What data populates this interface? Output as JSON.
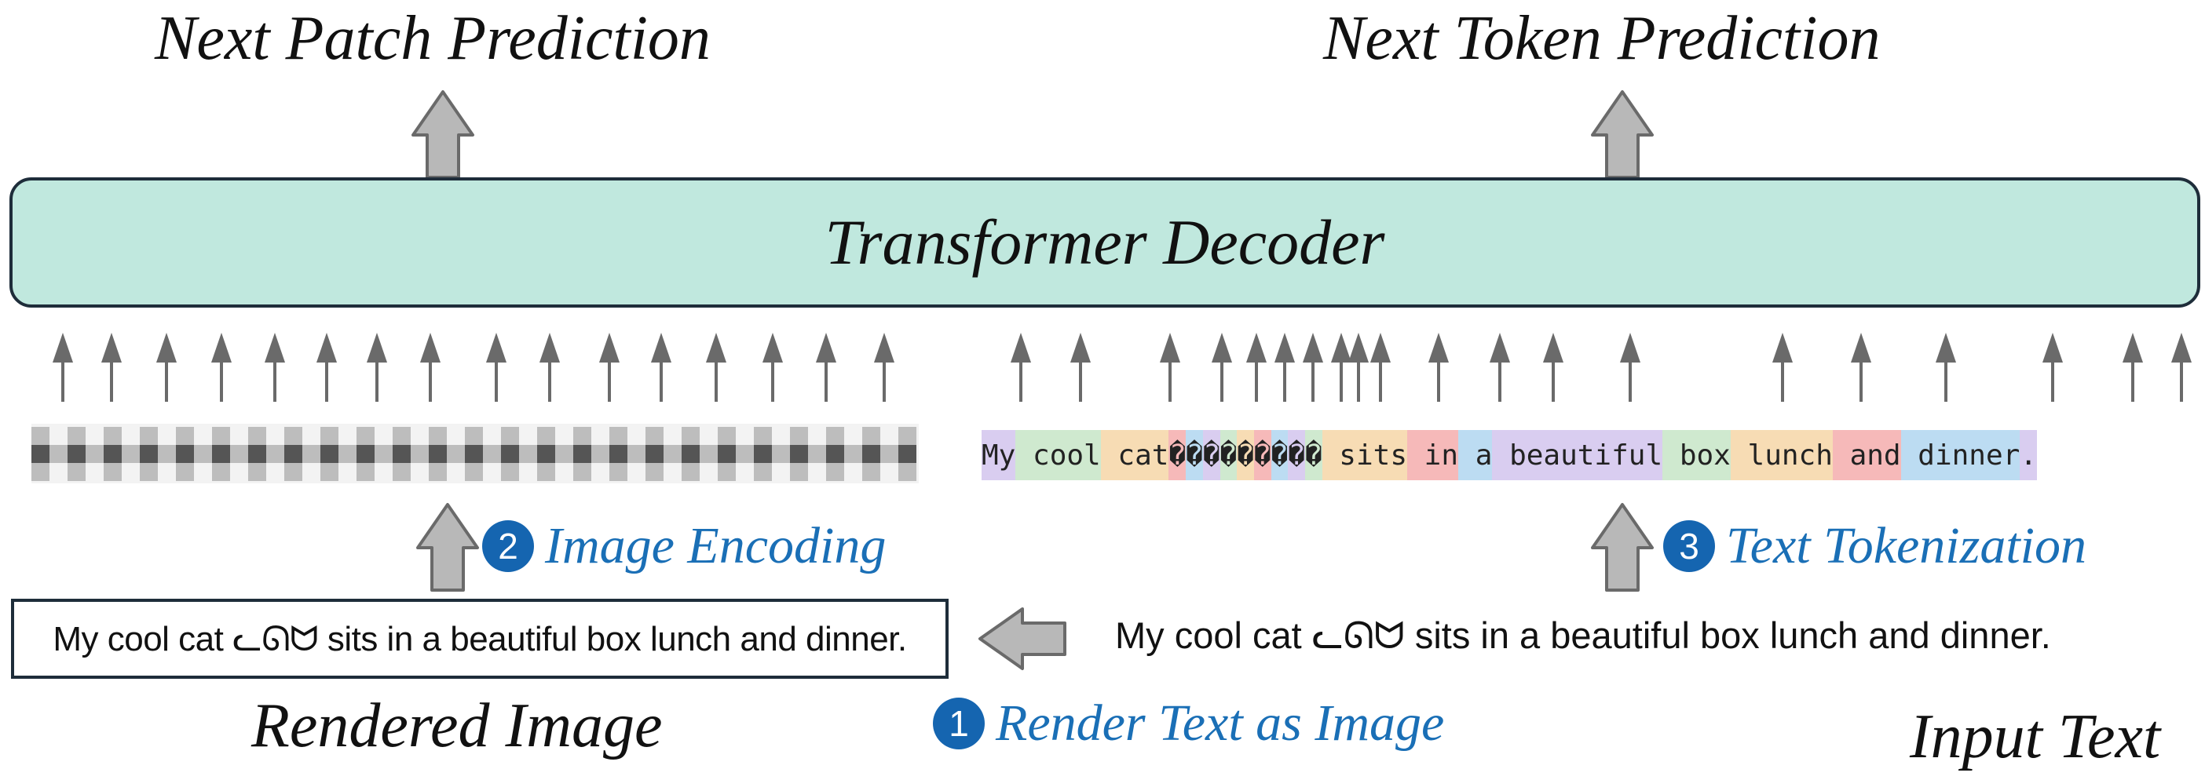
{
  "labels": {
    "next_patch": "Next Patch Prediction",
    "next_token": "Next Token Prediction",
    "decoder": "Transformer Decoder",
    "rendered_image": "Rendered Image",
    "input_text": "Input Text"
  },
  "steps": [
    {
      "number": "1",
      "label": "Render Text as Image"
    },
    {
      "number": "2",
      "label": "Image Encoding"
    },
    {
      "number": "3",
      "label": "Text Tokenization"
    }
  ],
  "sentence": "My cool cat ᓚᘏᗢ sits in a beautiful box lunch and dinner.",
  "tokens": [
    {
      "text": "My",
      "color": "#d9cdf0"
    },
    {
      "text": " cool",
      "color": "#cfe9cf"
    },
    {
      "text": " cat",
      "color": "#f7dcb4"
    },
    {
      "text": " ",
      "color": "#f6b9b9"
    },
    {
      "text": "�",
      "color": "#f6b9b9"
    },
    {
      "text": "�",
      "color": "#bcdcf2"
    },
    {
      "text": "�",
      "color": "#d9cdf0"
    },
    {
      "text": "�",
      "color": "#cfe9cf"
    },
    {
      "text": "�",
      "color": "#f7dcb4"
    },
    {
      "text": "�",
      "color": "#f6b9b9"
    },
    {
      "text": "�",
      "color": "#bcdcf2"
    },
    {
      "text": "�",
      "color": "#d9cdf0"
    },
    {
      "text": "�",
      "color": "#cfe9cf"
    },
    {
      "text": " sits",
      "color": "#f7dcb4"
    },
    {
      "text": " in",
      "color": "#f6b9b9"
    },
    {
      "text": " a",
      "color": "#bcdcf2"
    },
    {
      "text": " beautiful",
      "color": "#d9cdf0"
    },
    {
      "text": " box",
      "color": "#cfe9cf"
    },
    {
      "text": " lunch",
      "color": "#f7dcb4"
    },
    {
      "text": " and",
      "color": "#f6b9b9"
    },
    {
      "text": " dinner",
      "color": "#bcdcf2"
    },
    {
      "text": ".",
      "color": "#d9cdf0"
    }
  ],
  "colors": {
    "decoder_fill": "#c0e8de",
    "accent_blue": "#1a6fb6",
    "badge_blue": "#1565b0",
    "arrow_gray": "#6a6a6a",
    "block_arrow_fill": "#b8b8b8",
    "patch_dark": "#555555",
    "patch_light": "#bdbdbd"
  }
}
